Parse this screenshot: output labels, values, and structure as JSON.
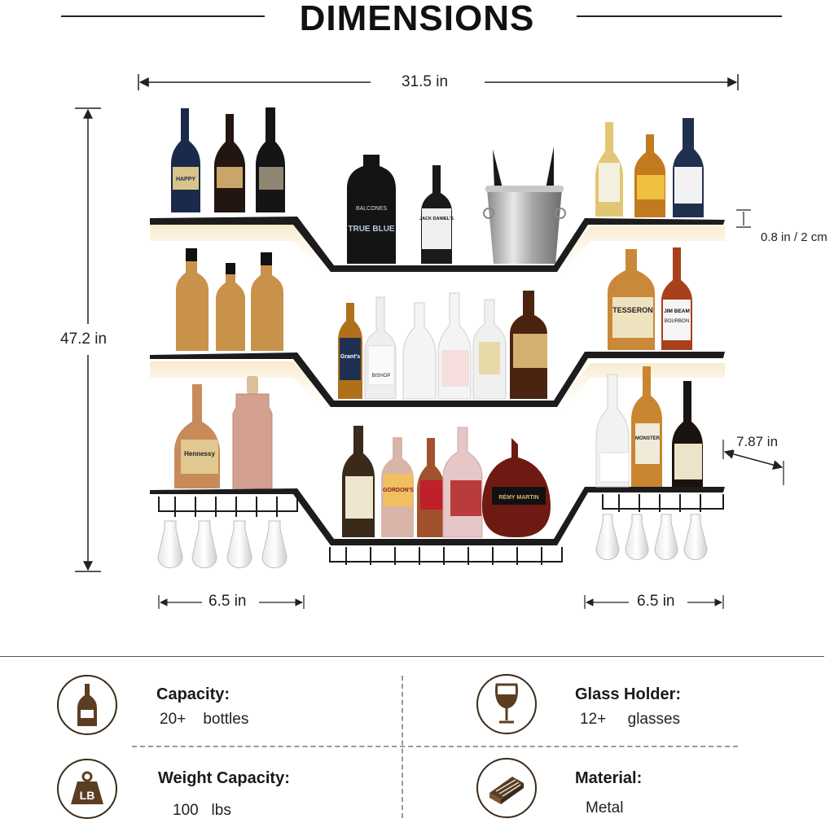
{
  "header": {
    "title": "DIMENSIONS"
  },
  "dimensions": {
    "width": "31.5 in",
    "height": "47.2 in",
    "thickness": "0.8 in / 2 cm",
    "depth": "7.87 in",
    "left_glass_rack": "6.5 in",
    "right_glass_rack": "6.5 in"
  },
  "bottle_labels": {
    "happy": "HAPPY",
    "balcones": "BALCONES",
    "true_blue": "TRUE BLUE",
    "jack": "JACK DANIEL'S",
    "grants": "Grant's",
    "bishop": "BISHOP",
    "tesseron": "TESSERON",
    "jim_beam": "JIM BEAM",
    "bourbon": "BOURBON",
    "hennessy": "Hennessy",
    "gordons": "GORDON'S",
    "remy": "RÉMY MARTIN",
    "monster": "MONSTER"
  },
  "features": [
    {
      "label": "Capacity:",
      "value": "20+    bottles",
      "icon": "wine-bottle-icon"
    },
    {
      "label": "Glass Holder:",
      "value": "12+     glasses",
      "icon": "wine-glass-icon"
    },
    {
      "label": "Weight Capacity:",
      "value": "100   lbs",
      "icon": "weight-lb-icon",
      "icon_text": "LB"
    },
    {
      "label": "Material:",
      "value": "Metal",
      "icon": "wood-material-icon"
    }
  ],
  "colors": {
    "shelf": "#1c1c1c",
    "led_glow": "#f3dcae",
    "icon_brown": "#5b3e22",
    "icon_border": "#3a2a1a"
  }
}
